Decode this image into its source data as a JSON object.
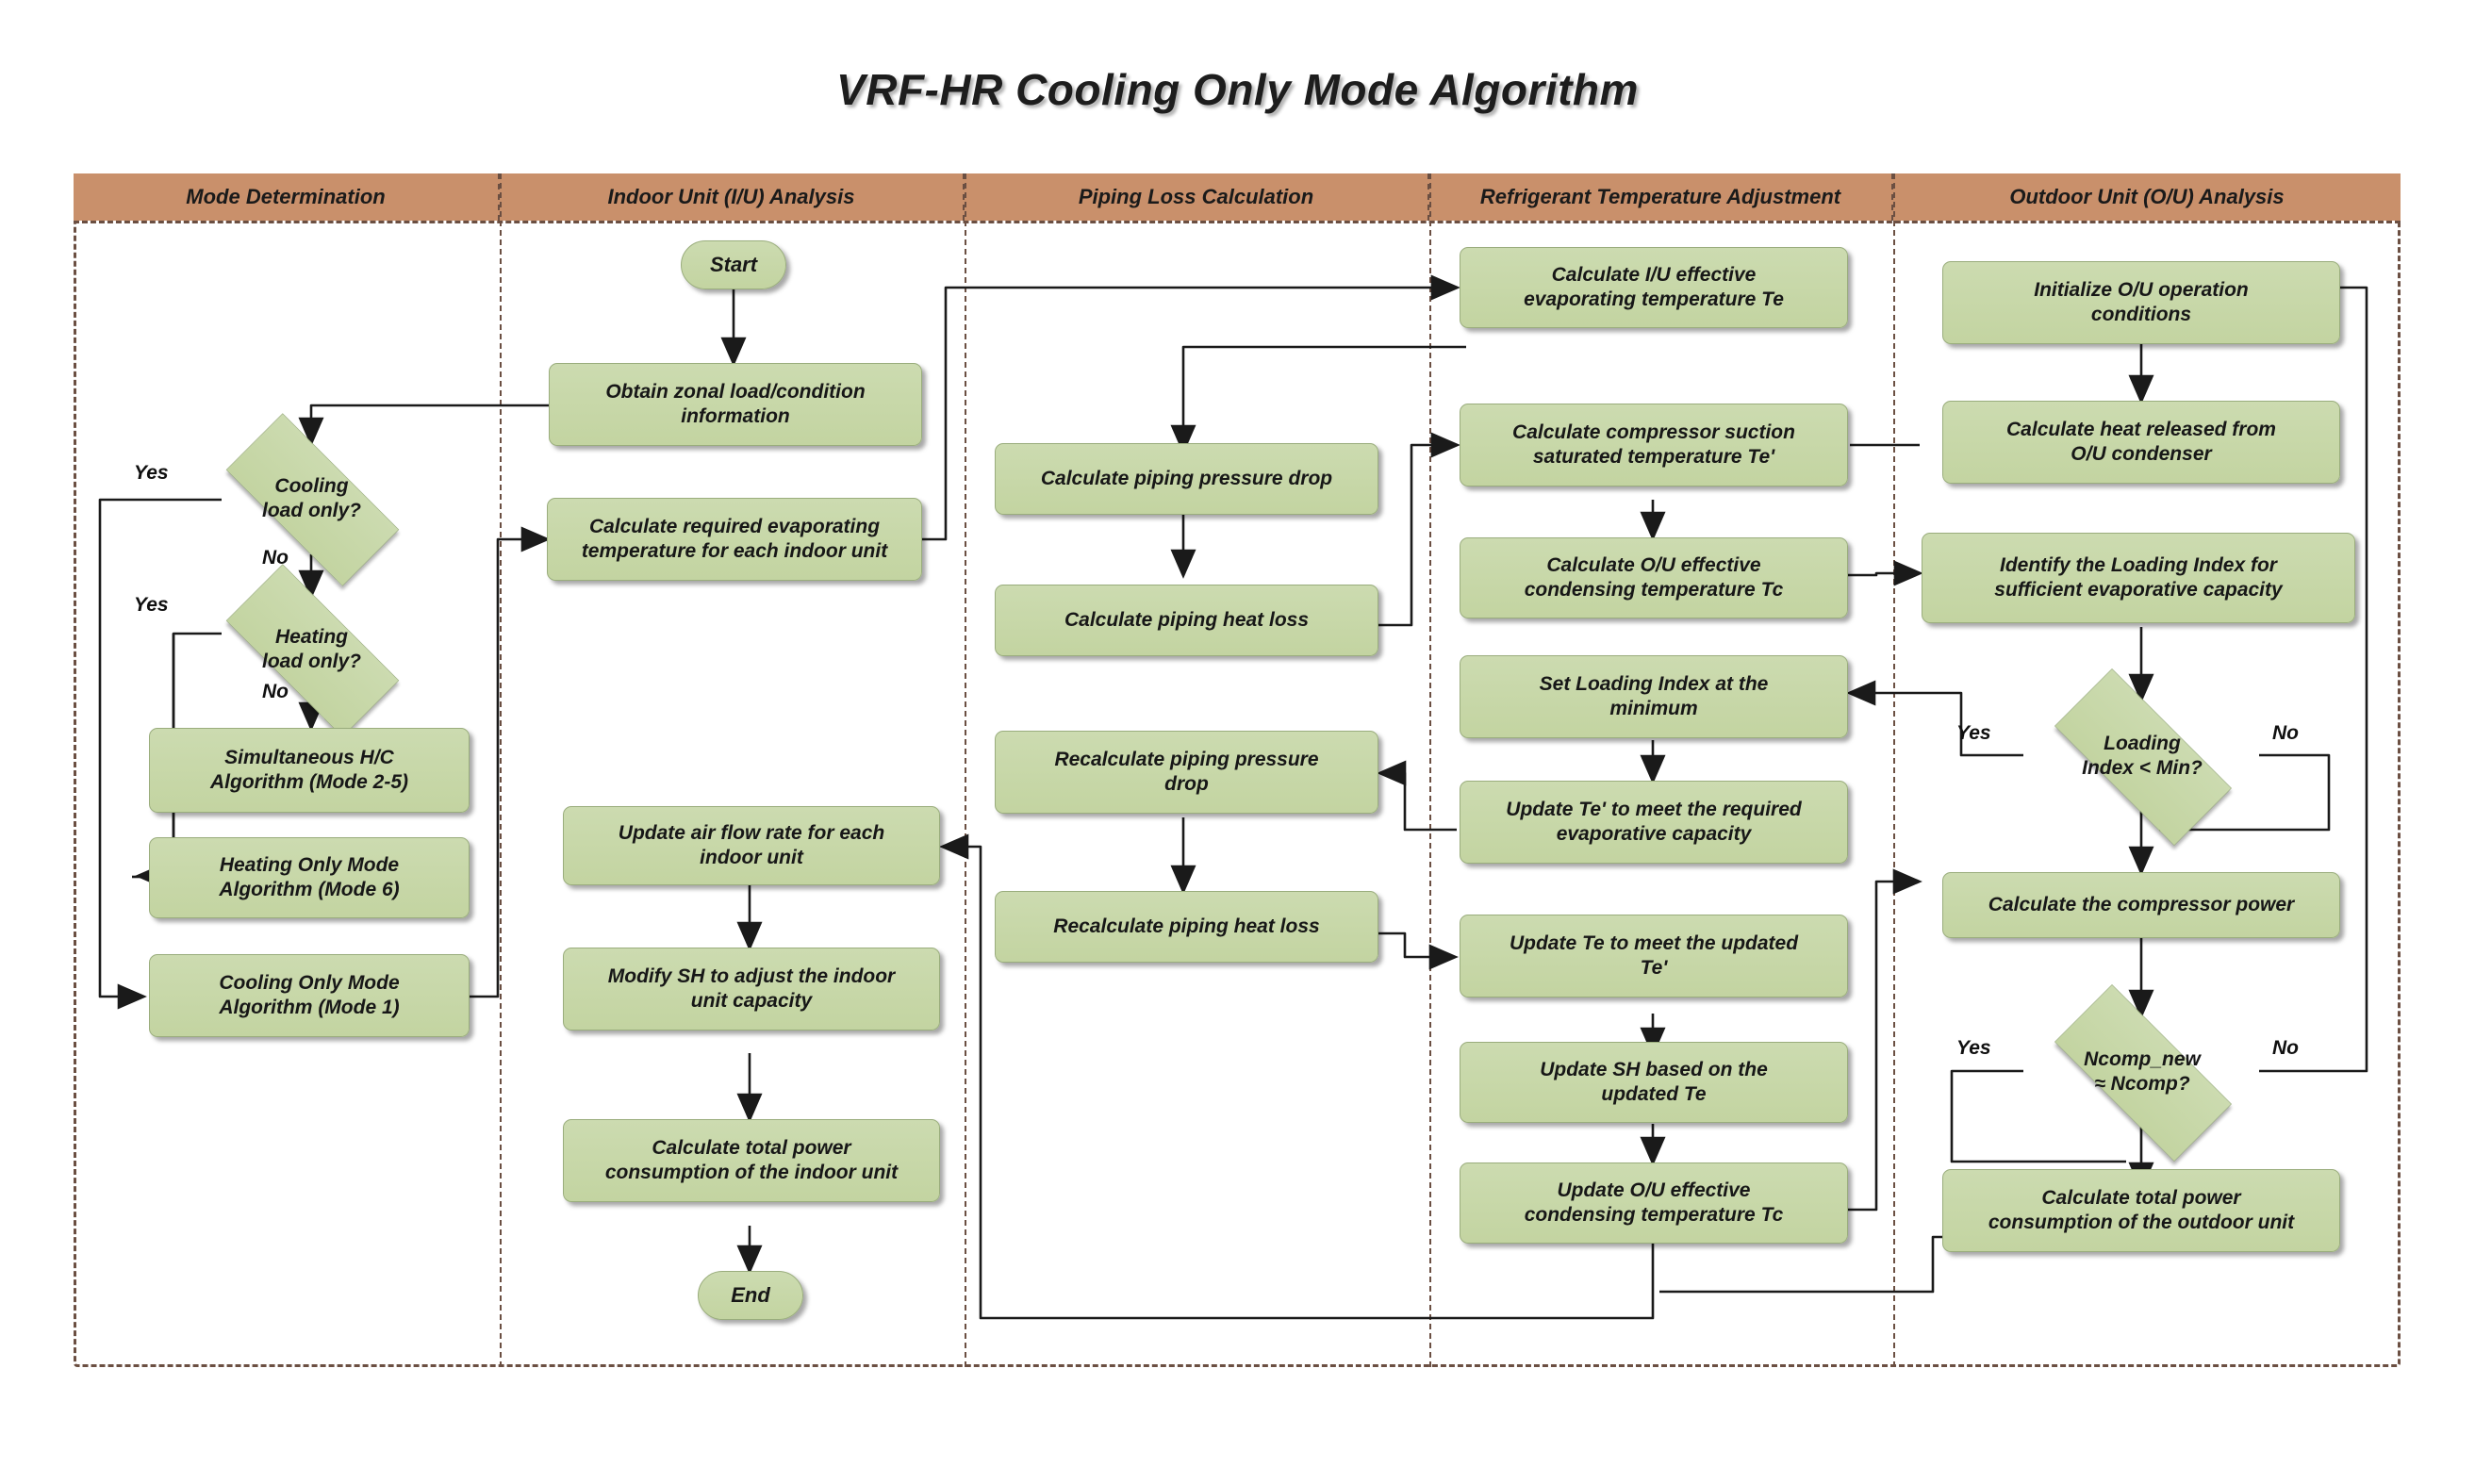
{
  "title": "VRF-HR Cooling Only Mode Algorithm",
  "colors": {
    "lane_header_bg": "#c9906b",
    "lane_border": "#6b4f42",
    "node_fill": "#c6d6a6",
    "node_border": "#9aad7d",
    "text": "#171717",
    "connector": "#1a1a1a"
  },
  "lanes": [
    {
      "id": "mode-determination",
      "label": "Mode Determination"
    },
    {
      "id": "indoor-unit",
      "label": "Indoor Unit (I/U) Analysis"
    },
    {
      "id": "piping-loss",
      "label": "Piping Loss Calculation"
    },
    {
      "id": "refrigerant-temp",
      "label": "Refrigerant Temperature Adjustment"
    },
    {
      "id": "outdoor-unit",
      "label": "Outdoor Unit (O/U) Analysis"
    }
  ],
  "nodes": {
    "start": "Start",
    "end": "End",
    "cooling_load_only": "Cooling\nload only?",
    "heating_load_only": "Heating\nload only?",
    "simultaneous_hc": "Simultaneous H/C\nAlgorithm (Mode 2-5)",
    "heating_only_mode": "Heating Only Mode\nAlgorithm (Mode 6)",
    "cooling_only_mode": "Cooling Only Mode\nAlgorithm (Mode 1)",
    "obtain_zonal": "Obtain zonal load/condition\ninformation",
    "calc_required_evap": "Calculate required evaporating\ntemperature for each indoor unit",
    "update_air_flow": "Update air flow rate for each\nindoor unit",
    "modify_sh": "Modify SH to adjust the indoor\nunit capacity",
    "calc_total_power_iu": "Calculate total power\nconsumption of the indoor unit",
    "calc_pipe_pressure": "Calculate piping pressure drop",
    "calc_pipe_heatloss": "Calculate piping  heat loss",
    "recalc_pipe_pressure": "Recalculate piping pressure\ndrop",
    "recalc_pipe_heatloss": "Recalculate piping heat loss",
    "calc_iu_te": "Calculate I/U effective\nevaporating temperature Te",
    "calc_suction_te2": "Calculate compressor suction\nsaturated temperature Te'",
    "calc_ou_tc": "Calculate O/U effective\ncondensing temperature Tc",
    "set_loading_index_min": "Set Loading Index at the\nminimum",
    "update_te2_capacity": "Update Te' to meet the required\nevaporative capacity",
    "update_te_updated_te2": "Update Te to meet the updated\nTe'",
    "update_sh_te": "Update SH based on the\nupdated Te",
    "update_ou_tc": "Update O/U effective\ncondensing temperature Tc",
    "init_ou": "Initialize O/U operation\nconditions",
    "calc_heat_released": "Calculate heat released from\nO/U condenser",
    "identify_loading_index": "Identify the Loading Index for\nsufficient evaporative capacity",
    "loading_index_min": "Loading\nIndex < Min?",
    "calc_compressor_power": "Calculate the compressor power",
    "ncomp_check": "Ncomp_new\n≈  Ncomp?",
    "calc_total_power_ou": "Calculate total power\nconsumption of the outdoor unit"
  },
  "edge_labels": {
    "cooling_yes": "Yes",
    "cooling_no": "No",
    "heating_yes": "Yes",
    "heating_no": "No",
    "loading_yes": "Yes",
    "loading_no": "No",
    "ncomp_yes": "Yes",
    "ncomp_no": "No"
  }
}
